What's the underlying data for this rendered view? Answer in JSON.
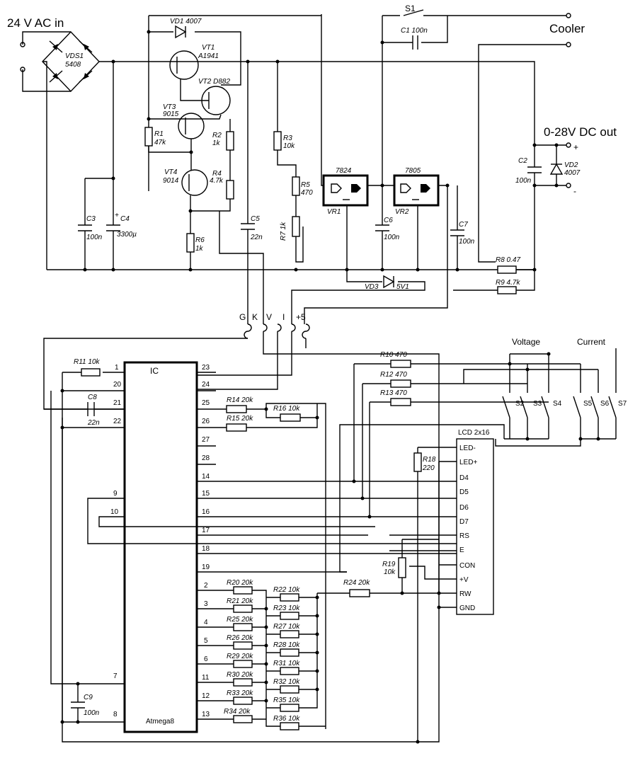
{
  "title_in": "24 V AC in",
  "cooler": "Cooler",
  "dc_out": "0-28V DC out",
  "plus": "+",
  "minus": "-",
  "bridge": {
    "name": "VDS1",
    "value": "5408"
  },
  "s1": "S1",
  "c1": "C1 100n",
  "vd1": "VD1  4007",
  "vt1": {
    "name": "VT1",
    "value": "A1941"
  },
  "vt2": "VT2  D882",
  "vt3": {
    "name": "VT3",
    "value": "9015"
  },
  "vt4": {
    "name": "VT4",
    "value": "9014"
  },
  "r1": {
    "name": "R1",
    "value": "47k"
  },
  "r2": {
    "name": "R2",
    "value": "1k"
  },
  "r3": {
    "name": "R3",
    "value": "10k"
  },
  "r4": {
    "name": "R4",
    "value": "4.7k"
  },
  "r5": {
    "name": "R5",
    "value": "470"
  },
  "r6": {
    "name": "R6",
    "value": "1k"
  },
  "r7": "R7 1k",
  "c2": {
    "name": "C2",
    "value": "100n"
  },
  "vd2": {
    "name": "VD2",
    "value": "4007"
  },
  "c3": {
    "name": "C3",
    "value": "100n"
  },
  "c4": {
    "name": "C4",
    "value": "3300µ",
    "plus": "+"
  },
  "c5": {
    "name": "C5",
    "value": "22n"
  },
  "c6": {
    "name": "C6",
    "value": "100n"
  },
  "c7": {
    "name": "C7",
    "value": "100n"
  },
  "vr1": {
    "part": "7824",
    "name": "VR1"
  },
  "vr2": {
    "part": "7805",
    "name": "VR2"
  },
  "vd3": "VD3",
  "vd3_val": "5V1",
  "r8": "R8  0.47",
  "r9": "R9  4.7k",
  "conn": [
    "G",
    "K",
    "V",
    "I",
    "+5"
  ],
  "ic": {
    "label": "IC",
    "part": "Atmega8"
  },
  "ic_left_pins": [
    "1",
    "20",
    "21",
    "22",
    "9",
    "10",
    "7",
    "8"
  ],
  "ic_right_pins": [
    "23",
    "24",
    "25",
    "26",
    "27",
    "28",
    "14",
    "15",
    "16",
    "17",
    "18",
    "19",
    "2",
    "3",
    "4",
    "5",
    "6",
    "11",
    "12",
    "13"
  ],
  "r11": "R11  10k",
  "c8": {
    "name": "C8",
    "value": "22n"
  },
  "c9": {
    "name": "C9",
    "value": "100n"
  },
  "r14": "R14  20k",
  "r15": "R15  20k",
  "r16": "R16  10k",
  "r10": "R10  470",
  "r12": "R12  470",
  "r13": "R13  470",
  "voltage": "Voltage",
  "current": "Current",
  "switches": [
    "S2",
    "S3",
    "S4",
    "S5",
    "S6",
    "S7"
  ],
  "lcd": {
    "title": "LCD 2x16",
    "pins": [
      "LED-",
      "LED+",
      "D4",
      "D5",
      "D6",
      "D7",
      "RS",
      "E",
      "CON",
      "+V",
      "RW",
      "GND"
    ]
  },
  "r18": {
    "name": "R18",
    "value": "220"
  },
  "r19": {
    "name": "R19",
    "value": "10k"
  },
  "r24": "R24  20k",
  "ladder_a": [
    "R20  20k",
    "R21  20k",
    "R25  20k",
    "R26  20k",
    "R29  20k",
    "R30  20k",
    "R33  20k",
    "R34  20k"
  ],
  "ladder_b": [
    "R22  10k",
    "R23  10k",
    "R27  10k",
    "R28  10k",
    "R31  10k",
    "R32  10k",
    "R35  10k",
    "R36  10k"
  ]
}
